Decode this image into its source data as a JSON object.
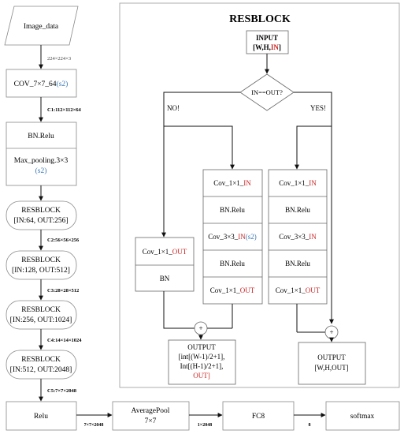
{
  "left": {
    "input": "Image_data",
    "edge_input": "224×224×3",
    "conv": {
      "text": "COV_7×7_64",
      "stride": "(s2)"
    },
    "edge_c1": "C1:112×112×64",
    "bn": "BN.Relu",
    "pool": {
      "text": "Max_pooling.3×3",
      "stride": "(s2)"
    },
    "resblocks": [
      {
        "title": "RESBLOCK",
        "params": "[IN:64, OUT:256]"
      },
      {
        "title": "RESBLOCK",
        "params": "[IN:128, OUT:512]"
      },
      {
        "title": "RESBLOCK",
        "params": "[IN:256, OUT:1024]"
      },
      {
        "title": "RESBLOCK",
        "params": "[IN:512, OUT:2048]"
      }
    ],
    "edges": [
      "C2:56×56×256",
      "C3:28×28×512",
      "C4:14×14×1024",
      "C5:7×7×2048"
    ]
  },
  "bottom": {
    "relu": "Relu",
    "edge_relu": "7×7×2048",
    "avgpool": {
      "line1": "AveragePool",
      "line2": "7×7"
    },
    "edge_avg": "1×2048",
    "fc": "FC8",
    "edge_fc": "8",
    "softmax": "softmax"
  },
  "resblock": {
    "title": "RESBLOCK",
    "input": {
      "line1": "INPUT",
      "prefix": "[W,H,",
      "in": "IN",
      "suffix": "]"
    },
    "decision": "IN==OUT?",
    "no_label": "NO!",
    "yes_label": "YES!",
    "plus": "+",
    "shortcut": {
      "conv": {
        "text": "Cov_1×1_",
        "red": "OUT"
      },
      "bn": "BN"
    },
    "main_path": [
      {
        "text": "Cov_1×1_",
        "red": "IN",
        "blue": ""
      },
      {
        "text": "BN.Relu",
        "red": "",
        "blue": ""
      },
      {
        "text": "Cov_3×3_",
        "red": "IN",
        "blue": "(s2)"
      },
      {
        "text": "BN.Relu",
        "red": "",
        "blue": ""
      },
      {
        "text": "Cov_1×1_",
        "red": "OUT",
        "blue": ""
      }
    ],
    "identity_path": [
      {
        "text": "Cov_1×1_",
        "red": "IN"
      },
      {
        "text": "BN.Relu",
        "red": ""
      },
      {
        "text": "Cov_3×3_",
        "red": "IN"
      },
      {
        "text": "BN.Relu",
        "red": ""
      },
      {
        "text": "Cov_1×1_",
        "red": "OUT"
      }
    ],
    "output_no": {
      "line1": "OUTPUT",
      "line2": "[int[(W-1)/2+1],",
      "line3": "Int[(H-1)/2+1],",
      "line4": "OUT]"
    },
    "output_yes": {
      "line1": "OUTPUT",
      "line2": "[W,H,OUT]"
    }
  }
}
